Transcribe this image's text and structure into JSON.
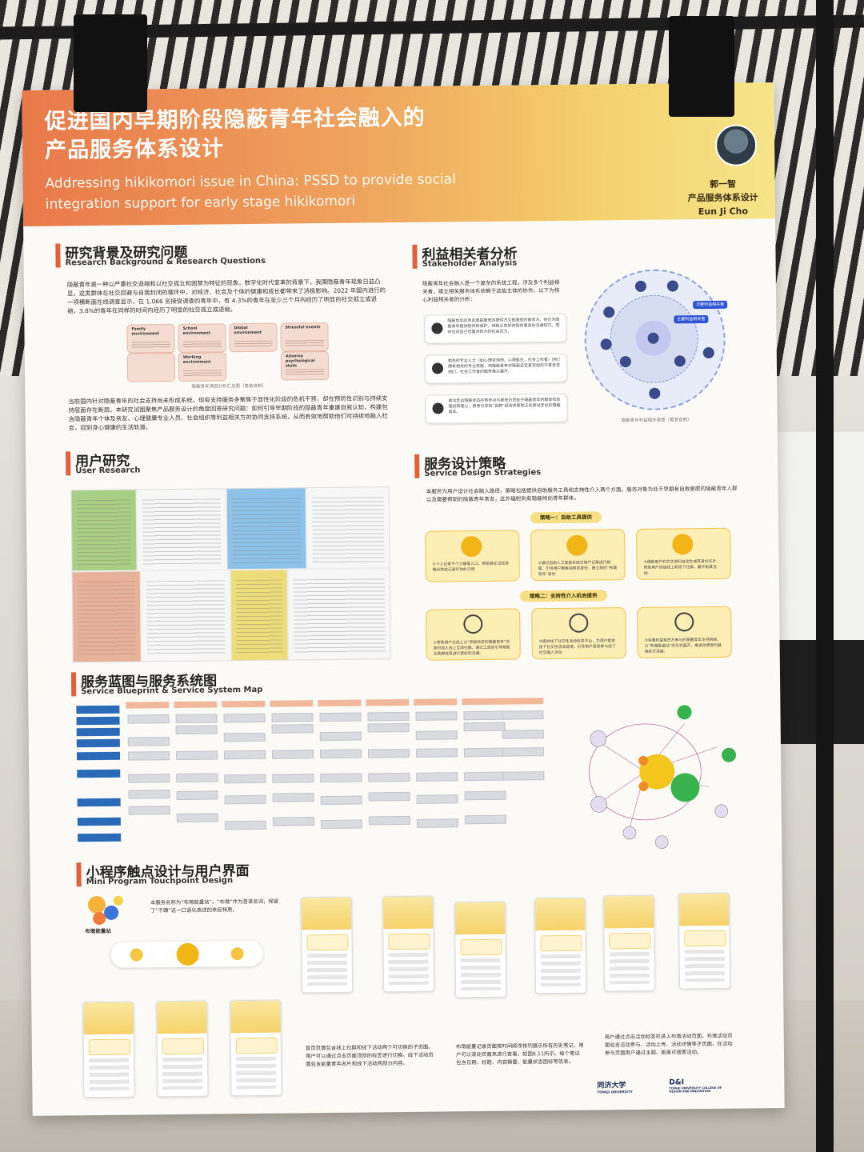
{
  "poster": {
    "title_cn": "促进国内早期阶段隐蔽青年社会融入的产品服务体系设计",
    "title_en": "Addressing hikikomori issue in China: PSSD to provide social integration support for early stage hikikomori",
    "author_cn": "郭一智",
    "author_major": "产品服务体系设计",
    "author_en": "Eun Ji Cho"
  },
  "sections": {
    "background": {
      "title_cn": "研究背景及研究问题",
      "title_en": "Research Background & Research Questions",
      "para1": "隐蔽青年是一种以严重社交退缩和以社交孤立和困禁为特征的现象。数字化时代变革的背景下，我国隐蔽青年现象日益凸显。这类群体在社交回避与自我封闭的循环中，对经济、社会及个体的健康和成长都带来了消极影响。2022 年国内进行的一项横断面在线调查显示，在 1,066 名接受调查的青年中，有 4.3%的青年在至少三个月内经历了明显的社交孤立或退缩，3.8%的青年在同样的时间内经历了明显的社交孤立或退缩。",
      "factors": [
        "Family environment",
        "School environment",
        "Global environment",
        "Stressful events",
        "Working environment",
        "Adverse psychological state"
      ],
      "factor_caption": "隐蔽青年诱因分析汇总图（笔者自制）",
      "para2": "当前国内针对隐蔽青年的社会支持尚未形成系统，现有支持服务多聚焦于显性化阶段的危机干预，却在预防性识别与持续支持层面存在断层。本研究试图聚焦产品服务设计的角度回答研究问题：如何引导早期阶段的隐蔽青年重建自我认知，构建包含隐蔽青年个体及亲友、心理健康专业人员、社会组织等利益相关方的协同支持系统，从而有效地帮助他们可持续地融入社会，回到身心健康的生活轨道。"
    },
    "stakeholder": {
      "title_cn": "利益相关者分析",
      "title_en": "Stakeholder Analysis",
      "para": "隐蔽青年社会融入是一个复杂的系统工程，涉及多个利益相关者，建立相关服务体系依赖于这些主体的协作。以下为核心利益相关者的分析：",
      "boxes": [
        "隐蔽青年的亲友既是服务的提供方又是服务的需求方。他们为隐蔽青年提供陪伴和保护，但缺乏良好的陪伴者身份沟通技巧，同时也对自己也面对较大的社会压力。",
        "相关的专业人士（如心理咨询师、心理医生、社会工作者）他们拥有相关的专业技能，但隐蔽青年对隐蔽否定甚至组织不甚发觉他们，社会工作者的服务难以展开。",
        "成功走出隐蔽状态的青年对与那些仍然处于隐蔽青年的群体有较强的同理心，愿意分享其“自救”经验来帮助正在尝试走出的隐蔽青年。"
      ],
      "tags": [
        "次要利益相关者",
        "主要利益相关者"
      ],
      "map_caption": "隐蔽青年利益相关者图（笔者自制）"
    },
    "user_research": {
      "title_cn": "用户研究",
      "title_en": "User Research"
    },
    "strategy": {
      "title_cn": "服务设计策略",
      "title_en": "Service Design Strategies",
      "para": "本服务为用户设计社会融入路径，策略包括提供自助服务工具和支持性介入两个方面。服务对象为处于早期有自救意愿的隐蔽青年人群以及需要帮助的隐蔽青年亲友，此外辐射到有隐蔽倾向青年群体。",
      "label1": "策略一：自助工具提供",
      "label2": "策略二：支持性介入机会提供",
      "cards1": [
        "①个人记录今个人睡毫入口，帮助其在试改变期间养成记录写作的习惯",
        "②通过自助人工智能系统对用户记录进行梳理，引导用户聚集消极的身份，建立新的“布墩青年”身份",
        "③借助用户的文字资料自动生成其身份名片，帮助用户连接线上和线下社群，最开始其活动。"
      ],
      "cards2": [
        "①帮助用户在线上以“积极改变的隐蔽青年”的身份加入线上互助社群，通过工具性引导帮助互助群成员进行更好的沟通。",
        "②提供线下社交性活动信息平台，为用户提供线下社交性活动选择，引导用户逐渐参与线下社交融入活动",
        "③有循利益相关方参与的隐蔽青年支持网络，以“布墩能量站”的形式展开，推进动感各利益相关方连接。"
      ]
    },
    "blueprint": {
      "title_cn": "服务蓝图与服务系统图",
      "title_en": "Service Blueprint & Service System Map"
    },
    "mini_program": {
      "title_cn": "小程序触点设计与用户界面",
      "title_en": "Mini Program Touchpoint Design",
      "intro": "本服务名称为“布墩能量站”。“布墩”作为音译名词，保留了“不蹲”这一口语化表述的亲民特质。",
      "logo_text": "布墩能量站",
      "desc1": "首页页面包含线上社群和线下活动两个可切换的子页面。用户可以通过点击页面顶部的标签进行切换。线下活动页面包含能量青年名片和线下活动两部分内容。",
      "desc2": "布墩能量记录页面按时间顺序排列展示所有历史笔记，用户可以滚动页面来进行查看，如图6.11所示。每个笔记包含日期、标题、内容摘要、能量状态图标等信息。",
      "desc3": "用户通过点击活动标签栏进入布墩活动页面，布墩活动页面包含活动参与、活动上传、活动详情等子页面。在活动参与页面用户通过主题、距离可搜索活动。"
    }
  },
  "footer": {
    "school": "同济大学",
    "school_en": "TONGJI UNIVERSITY",
    "college": "D&I",
    "college_en": "TONGJI UNIVERSITY COLLEGE OF DESIGN AND INNOVATION"
  },
  "colors": {
    "header_start": "#e8794a",
    "header_end": "#f6e58a",
    "section_bar": "#e0613a",
    "strategy_yellow": "#f2b516",
    "stakeholder_blue": "#2f55d4"
  }
}
